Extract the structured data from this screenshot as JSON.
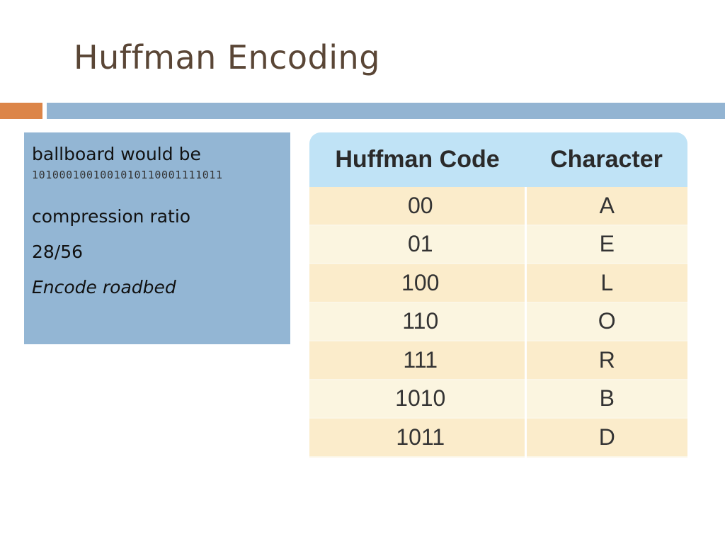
{
  "slide": {
    "title": "Huffman Encoding"
  },
  "info": {
    "line1": "ballboard would be",
    "binary": "1010001001001010110001111011",
    "ratio_label": "compression ratio",
    "ratio_value": "28/56",
    "task": "Encode roadbed"
  },
  "table": {
    "headers": [
      "Huffman Code",
      "Character"
    ],
    "rows": [
      {
        "code": "00",
        "char": "A"
      },
      {
        "code": "01",
        "char": "E"
      },
      {
        "code": "100",
        "char": "L"
      },
      {
        "code": "110",
        "char": "O"
      },
      {
        "code": "111",
        "char": "R"
      },
      {
        "code": "1010",
        "char": "B"
      },
      {
        "code": "1011",
        "char": "D"
      }
    ]
  },
  "colors": {
    "accent_orange": "#dc8548",
    "accent_blue": "#93b4d2",
    "title": "#5a4636",
    "header_bg": "#c0e3f6"
  }
}
